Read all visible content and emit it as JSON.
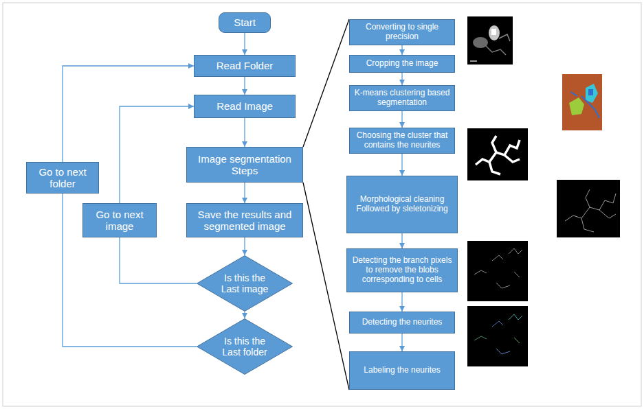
{
  "diagram": {
    "nodes": [
      {
        "text": [
          "Start"
        ]
      },
      {
        "text": [
          "Read Folder"
        ]
      },
      {
        "text": [
          "Read Image"
        ]
      },
      {
        "text": [
          "Image segmentation Steps"
        ]
      },
      {
        "text": [
          "Save the results and segmented image"
        ]
      },
      {
        "text": [
          "Is this the Last image"
        ]
      },
      {
        "text": [
          "Is this the Last folder"
        ]
      },
      {
        "text": [
          "Go to next image"
        ]
      },
      {
        "text": [
          "Go to next folder"
        ]
      },
      {
        "text": [
          "Converting to single precision"
        ]
      },
      {
        "text": [
          "Cropping the image"
        ]
      },
      {
        "text": [
          "K-means clustering based segmentation"
        ]
      },
      {
        "text": [
          "Choosing the cluster that contains the neurites"
        ]
      },
      {
        "text": [
          "Morphological cleaning Followed by sleletonizing"
        ]
      },
      {
        "text": [
          "Detecting the branch pixels to remove the blobs corresponding to cells"
        ]
      },
      {
        "text": [
          "Detecting the neurites"
        ]
      },
      {
        "text": [
          "Labeling the neurites"
        ]
      }
    ],
    "edges": [
      {
        "from": 0,
        "to": 1,
        "arrow": "to"
      },
      {
        "from": 1,
        "to": 2,
        "arrow": "to"
      },
      {
        "from": 2,
        "to": 3,
        "arrow": "to"
      },
      {
        "from": 3,
        "to": 4,
        "arrow": "to"
      },
      {
        "from": 4,
        "to": 5,
        "arrow": "to"
      },
      {
        "from": 5,
        "to": 6,
        "arrow": "to"
      },
      {
        "from": 5,
        "to": 7,
        "arrow": "none"
      },
      {
        "from": 7,
        "to": 2,
        "arrow": "to"
      },
      {
        "from": 6,
        "to": 8,
        "arrow": "none"
      },
      {
        "from": 8,
        "to": 1,
        "arrow": "to"
      },
      {
        "from": 3,
        "to": 9,
        "arrow": "none"
      },
      {
        "from": 3,
        "to": 16,
        "arrow": "none"
      },
      {
        "from": 9,
        "to": 10,
        "arrow": "to"
      },
      {
        "from": 10,
        "to": 11,
        "arrow": "to"
      },
      {
        "from": 11,
        "to": 12,
        "arrow": "to"
      },
      {
        "from": 12,
        "to": 13,
        "arrow": "to"
      },
      {
        "from": 13,
        "to": 14,
        "arrow": "to"
      },
      {
        "from": 14,
        "to": 15,
        "arrow": "to"
      },
      {
        "from": 15,
        "to": 16,
        "arrow": "to"
      }
    ]
  }
}
